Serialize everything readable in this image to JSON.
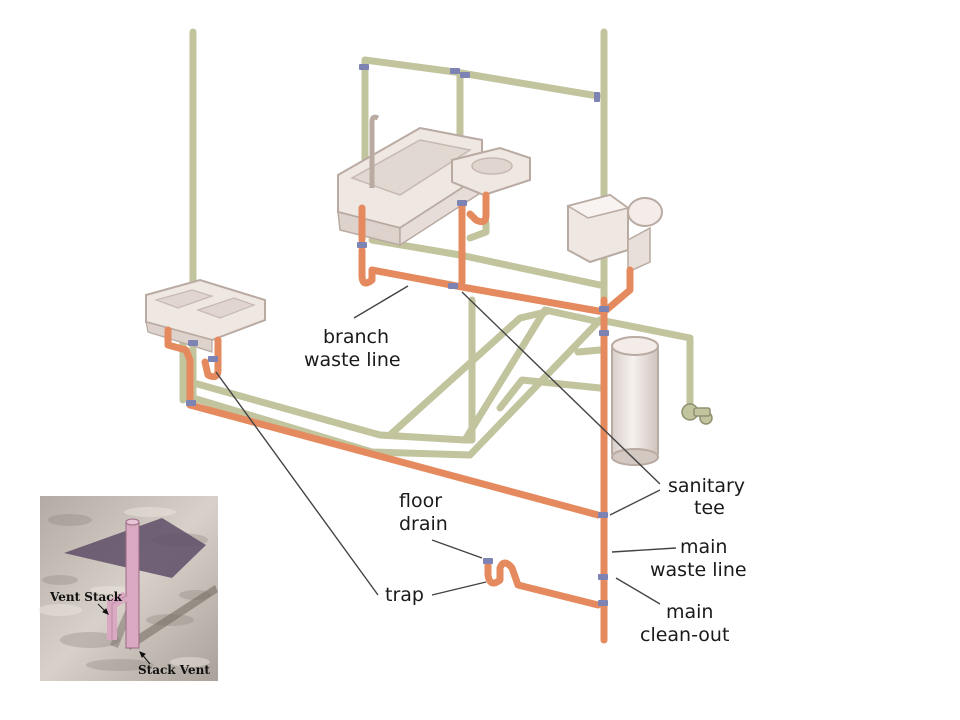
{
  "labels": {
    "branch_waste_line": [
      "branch",
      "waste line"
    ],
    "floor_drain": [
      "floor",
      "drain"
    ],
    "trap": "trap",
    "sanitary_tee": [
      "sanitary",
      "tee"
    ],
    "main_waste_line": [
      "main",
      "waste line"
    ],
    "main_clean_out": [
      "main",
      "clean-out"
    ]
  },
  "inset": {
    "vent_stack": "Vent Stack",
    "stack_vent": "Stack Vent"
  },
  "colors": {
    "vent_pipe": "#c2c49e",
    "waste_pipe": "#e58a5e",
    "fixture": "#efe7e2",
    "fixture_edge": "#b9aaa2",
    "coupling": "#7d84b3",
    "leader": "#444444"
  }
}
